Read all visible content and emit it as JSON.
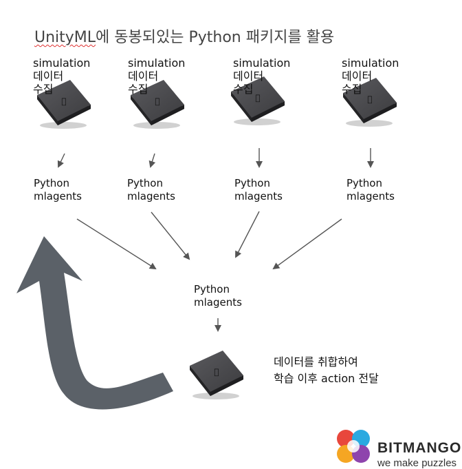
{
  "title": {
    "underlined": "UnityML",
    "rest": "에 동봉되있는 Python 패키지를 활용"
  },
  "workers": [
    {
      "label": "simulation\n데이터\n수집",
      "stage_label": "Python\nmlagents"
    },
    {
      "label": "simulation\n데이터\n수집",
      "stage_label": "Python\nmlagents"
    },
    {
      "label": "simulation\n데이터\n수집",
      "stage_label": "Python\nmlagents"
    },
    {
      "label": "simulation\n데이터\n수집",
      "stage_label": "Python\nmlagents"
    }
  ],
  "aggregator": {
    "label": "Python\nmlagents"
  },
  "trainer": {
    "label": "데이터를 취합하여\n학습 이후 action 전달"
  },
  "logo": {
    "name": "BITMANGO",
    "tagline": "we make puzzles"
  },
  "colors": {
    "device_body": "#3a3a3c",
    "device_top": "#4d4d50",
    "arrow": "#555555",
    "feedback_arrow": "#5b6168"
  }
}
